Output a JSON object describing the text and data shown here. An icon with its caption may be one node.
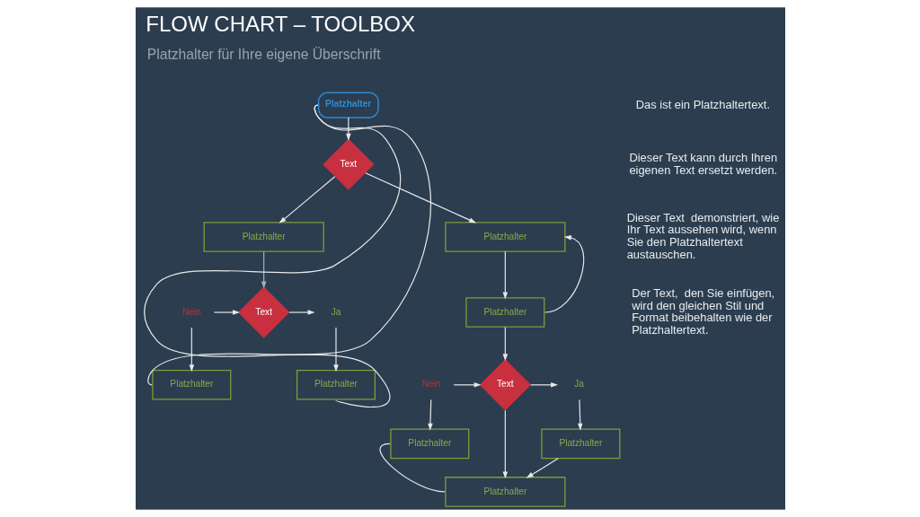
{
  "diagram": {
    "title": "FLOW CHART – TOOLBOX",
    "nodes": [
      {
        "text": [
          "Platzhalter"
        ]
      },
      {
        "text": [
          "Text"
        ]
      },
      {
        "text": [
          "Platzhalter"
        ]
      },
      {
        "text": [
          "Platzhalter"
        ]
      },
      {
        "text": [
          "Nein"
        ]
      },
      {
        "text": [
          "Text"
        ]
      },
      {
        "text": [
          "Ja"
        ]
      },
      {
        "text": [
          "Platzhalter"
        ]
      },
      {
        "text": [
          "Platzhalter"
        ]
      },
      {
        "text": [
          "Platzhalter"
        ]
      },
      {
        "text": [
          "Nein"
        ]
      },
      {
        "text": [
          "Text"
        ]
      },
      {
        "text": [
          "Ja"
        ]
      },
      {
        "text": [
          "Platzhalter"
        ]
      },
      {
        "text": [
          "Platzhalter"
        ]
      },
      {
        "text": [
          "Platzhalter"
        ]
      }
    ],
    "edges": [
      {
        "from": 0,
        "to": 1,
        "arrow": "to"
      },
      {
        "from": 1,
        "to": 2,
        "arrow": "to"
      },
      {
        "from": 1,
        "to": 3,
        "arrow": "to"
      },
      {
        "from": 2,
        "to": 5,
        "arrow": "to",
        "color": "#a9b1ba"
      },
      {
        "from": 4,
        "to": 5,
        "arrow": "to"
      },
      {
        "from": 5,
        "to": 6,
        "arrow": "to"
      },
      {
        "from": 4,
        "to": 7,
        "arrow": "to"
      },
      {
        "from": 6,
        "to": 8,
        "arrow": "to"
      },
      {
        "from": 7,
        "to": 0,
        "arrow": "none"
      },
      {
        "from": 8,
        "to": 0,
        "arrow": "none"
      },
      {
        "from": 3,
        "to": 9,
        "arrow": "to"
      },
      {
        "from": 9,
        "to": 3,
        "arrow": "to"
      },
      {
        "from": 9,
        "to": 11,
        "arrow": "to"
      },
      {
        "from": 10,
        "to": 11,
        "arrow": "to"
      },
      {
        "from": 11,
        "to": 12,
        "arrow": "to"
      },
      {
        "from": 10,
        "to": 13,
        "arrow": "to"
      },
      {
        "from": 12,
        "to": 14,
        "arrow": "to"
      },
      {
        "from": 11,
        "to": 15,
        "arrow": "to"
      },
      {
        "from": 14,
        "to": 15,
        "arrow": "to"
      },
      {
        "from": 13,
        "to": 15,
        "arrow": "none"
      }
    ],
    "labels": [
      "Platzhalter für Ihre eigene Überschrift",
      "Das ist ein Platzhaltertext.",
      "Dieser Text kann durch Ihren eigenen Text ersetzt werden.",
      "Dieser Text  demonstriert, wie Ihr Text aussehen wird, wenn Sie den Platzhaltertext austauschen.",
      "Der Text,  den Sie einfügen, wird den gleichen Stil und Format beibehalten wie der Platzhaltertext."
    ]
  }
}
